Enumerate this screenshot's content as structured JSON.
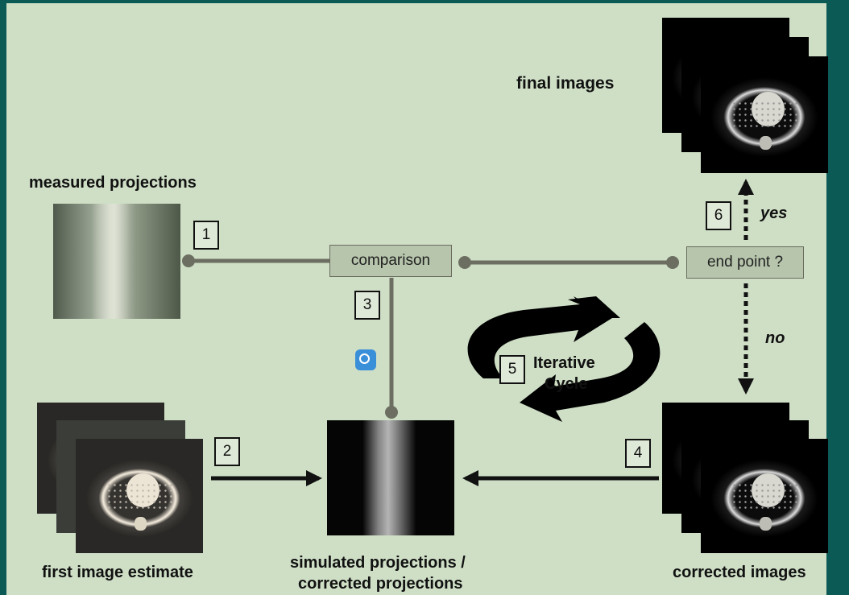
{
  "labels": {
    "measured_projections": "measured projections",
    "final_images": "final images",
    "first_image_estimate": "first image estimate",
    "simulated_line1": "simulated projections /",
    "simulated_line2": "corrected projections",
    "corrected_images": "corrected images",
    "yes": "yes",
    "no": "no",
    "iterative_line1": "Iterative",
    "iterative_line2": "Cycle"
  },
  "boxes": {
    "comparison": "comparison",
    "end_point": "end point ?"
  },
  "steps": [
    "1",
    "2",
    "3",
    "4",
    "5",
    "6"
  ],
  "colors": {
    "frame": "#0c5a55",
    "background": "#cfdfc6",
    "connector": "#6b6e60",
    "box_fill": "#b7c5ac"
  },
  "icons": [
    "lens-icon"
  ]
}
